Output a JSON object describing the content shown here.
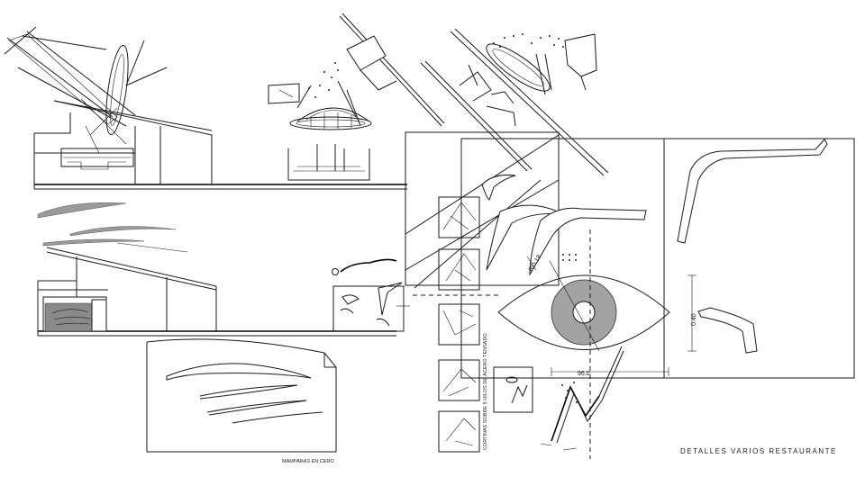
{
  "labels": {
    "sheet_title": "DETALLES VARIOS RESTAURANTE",
    "mamparas_caption": "MAMPARAS EN CERO",
    "curtain_note": "CORTINAS SOBRE 5 HILOS DE ACERO TENSADO",
    "radius_dim": "RO.18",
    "width_dim": "96.0",
    "height_dim": "0.40"
  },
  "colors": {
    "line": "#1a1a1a",
    "gray_fill": "#9b9b9b",
    "dark_gray_fill": "#8a8a8a"
  }
}
